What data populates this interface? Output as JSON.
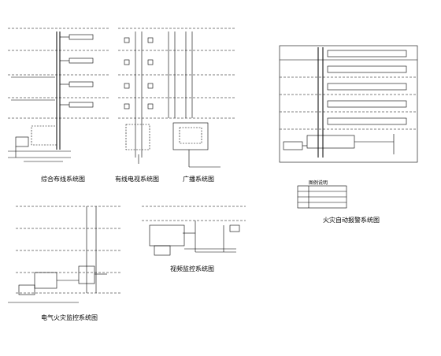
{
  "captions": {
    "integrated_wiring": "综合布线系统图",
    "cable_tv": "有线电视系统图",
    "broadcast": "广播系统图",
    "fire_alarm": "火灾自动报警系统图",
    "legend_title": "图例说明",
    "electrical_monitor": "电气火灾监控系统图",
    "security_monitor": "视频监控系统图"
  },
  "colors": {
    "line": "#000000",
    "background": "#ffffff"
  }
}
